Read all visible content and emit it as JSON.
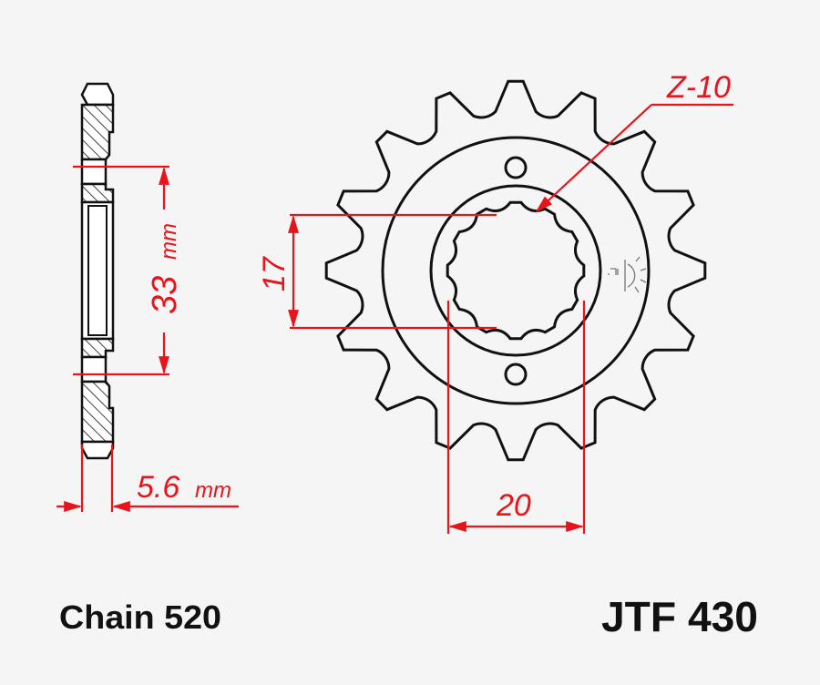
{
  "drawing": {
    "teeth_label": "Z-10",
    "dim_33": "33",
    "dim_33_unit": "mm",
    "dim_thickness": "5.6",
    "dim_thickness_unit": "mm",
    "dim_17": "17",
    "dim_20": "20",
    "chain": "Chain 520",
    "part_number": "JTF 430",
    "sprocket_teeth": 16,
    "spline_lobes": 12
  },
  "colors": {
    "dimension": "#e8131b",
    "outline": "#111111",
    "background": "#f5f5f5"
  }
}
